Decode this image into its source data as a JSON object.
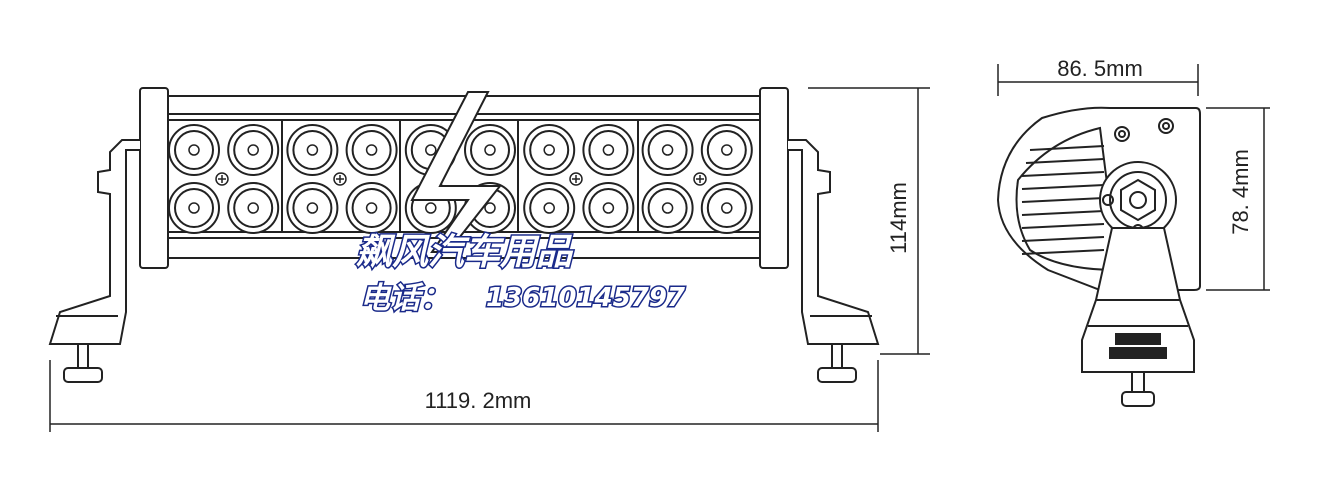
{
  "dimensions": {
    "length": "1119. 2mm",
    "height": "114mm",
    "depth": "86. 5mm",
    "side_height": "78. 4mm"
  },
  "watermark": {
    "shop_name": "飙风汽车用品",
    "phone_label": "电话：",
    "phone_number": "13610145797"
  },
  "colors": {
    "line": "#222222",
    "watermark_outline": "#1a2a8a"
  }
}
